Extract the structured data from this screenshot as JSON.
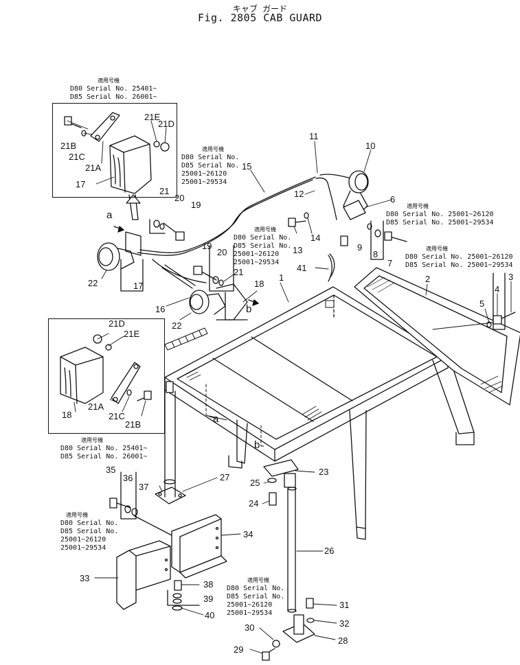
{
  "title": {
    "jp": "キャブ ガード",
    "en": "Fig. 2805 CAB GUARD"
  },
  "notes": {
    "n1": [
      "適用号機",
      "D80 Serial No. 25401~",
      "D85 Serial No. 26001~"
    ],
    "n2": [
      "適用号機",
      "D80 Serial No.",
      "D85 Serial No.",
      "25001~26120",
      "25001~29534"
    ],
    "n3": [
      "適用号機",
      "D80 Serial No. 25001~26120",
      "D85 Serial No. 25001~29534"
    ],
    "n4": [
      "適用号機",
      "D80 Serial No.",
      "D85 Serial No.",
      "25001~26120",
      "25001~29534"
    ],
    "n5": [
      "適用号機",
      "D80 Serial No. 25001~26120",
      "D85 Serial No. 25001~29534"
    ],
    "n6": [
      "適用号機",
      "D80 Serial No. 25401~",
      "D85 Serial No. 26001~"
    ],
    "n7": [
      "適用号機",
      "D80 Serial No.",
      "D85 Serial No.",
      "25001~26120",
      "25001~29534"
    ],
    "n8": [
      "適用号機",
      "D80 Serial No.",
      "D85 Serial No.",
      "25001~26120",
      "25001~29534"
    ]
  },
  "labels": {
    "l1": "1",
    "l2": "2",
    "l3": "3",
    "l4": "4",
    "l5": "5",
    "l6": "6",
    "l7": "7",
    "l8": "8",
    "l9": "9",
    "l10": "10",
    "l11": "11",
    "l12": "12",
    "l13": "13",
    "l14": "14",
    "l15": "15",
    "l16": "16",
    "l17a": "17",
    "l17b": "17",
    "l18a": "18",
    "l18b": "18",
    "l19a": "19",
    "l19b": "19",
    "l20a": "20",
    "l20b": "20",
    "l21a": "21",
    "l21b": "21",
    "l21Ba": "21B",
    "l21Ca": "21C",
    "l21Aa": "21A",
    "l21Ea": "21E",
    "l21Da": "21D",
    "l21Db": "21D",
    "l21Eb": "21E",
    "l21Ab": "21A",
    "l21Cb": "21C",
    "l21Bb": "21B",
    "l22a": "22",
    "l22b": "22",
    "l23": "23",
    "l24": "24",
    "l25": "25",
    "l26": "26",
    "l27": "27",
    "l28": "28",
    "l29": "29",
    "l30": "30",
    "l31": "31",
    "l32": "32",
    "l33": "33",
    "l34": "34",
    "l35": "35",
    "l36": "36",
    "l37": "37",
    "l38": "38",
    "l39": "39",
    "l40": "40",
    "l41": "41",
    "la1": "a",
    "la2": "a",
    "lb1": "b",
    "lb2": "b"
  }
}
